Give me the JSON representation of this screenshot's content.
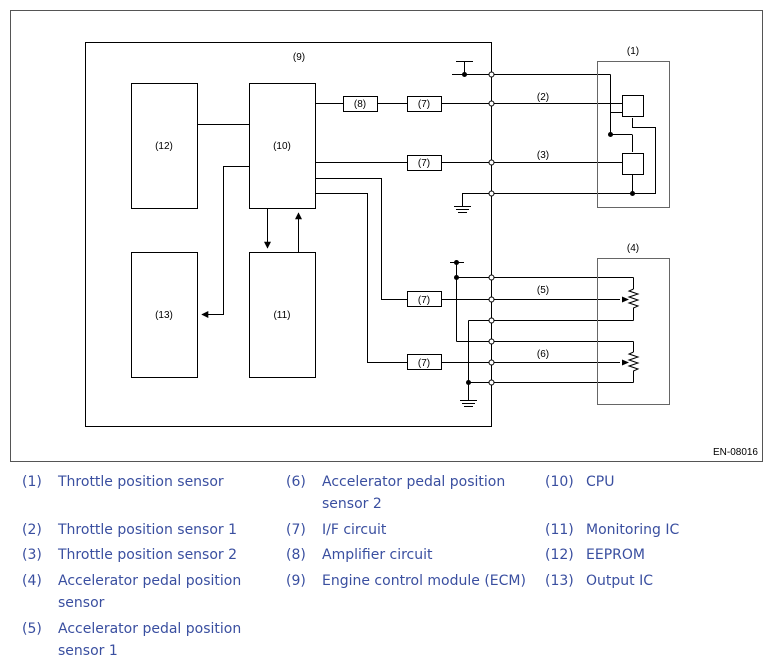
{
  "diagram": {
    "code": "EN-08016",
    "labels": {
      "ecm": "(9)",
      "eeprom": "(12)",
      "cpu": "(10)",
      "output_ic": "(13)",
      "monitoring_ic": "(11)",
      "amplifier": "(8)",
      "if1": "(7)",
      "if2": "(7)",
      "if3": "(7)",
      "if4": "(7)",
      "tps": "(1)",
      "tps1": "(2)",
      "tps2": "(3)",
      "apps": "(4)",
      "apps1": "(5)",
      "apps2": "(6)"
    }
  },
  "legend": [
    {
      "num": "(1)",
      "text": "Throttle position sensor"
    },
    {
      "num": "(2)",
      "text": "Throttle position sensor 1"
    },
    {
      "num": "(3)",
      "text": "Throttle position sensor 2"
    },
    {
      "num": "(4)",
      "text": "Accelerator pedal position sensor"
    },
    {
      "num": "(5)",
      "text": "Accelerator pedal position sensor 1"
    },
    {
      "num": "(6)",
      "text": "Accelerator pedal position sensor 2"
    },
    {
      "num": "(7)",
      "text": "I/F circuit"
    },
    {
      "num": "(8)",
      "text": "Amplifier circuit"
    },
    {
      "num": "(9)",
      "text": "Engine control module (ECM)"
    },
    {
      "num": "(10)",
      "text": "CPU"
    },
    {
      "num": "(11)",
      "text": "Monitoring IC"
    },
    {
      "num": "(12)",
      "text": "EEPROM"
    },
    {
      "num": "(13)",
      "text": "Output IC"
    }
  ]
}
